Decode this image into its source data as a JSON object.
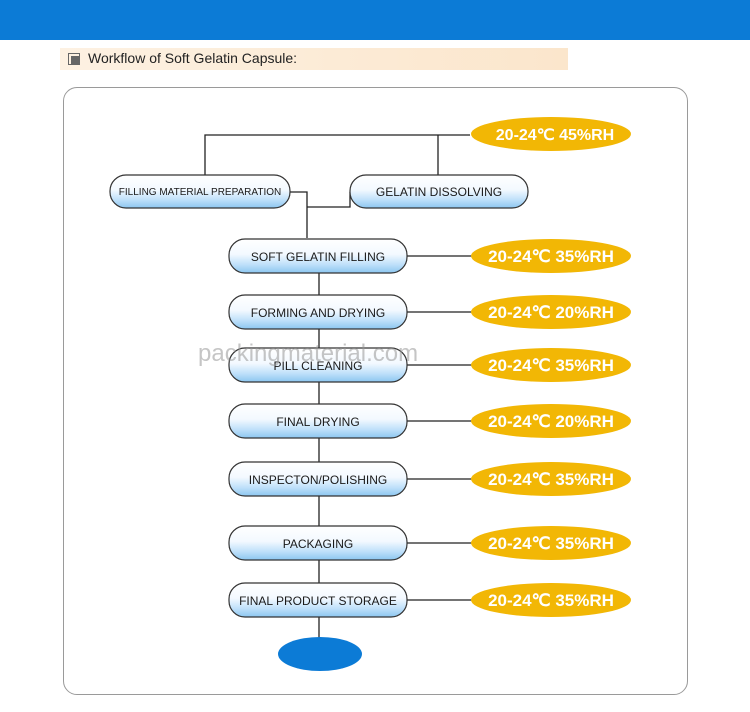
{
  "header": {
    "title": "Workflow of Soft Gelatin Capsule:",
    "accent_color": "#0c7bd6",
    "heading_icon": "square-bullet-icon"
  },
  "prep_steps": [
    {
      "label": "FILLING MATERIAL PREPARATION"
    },
    {
      "label": "GELATIN DISSOLVING"
    }
  ],
  "steps": [
    {
      "label": "SOFT GELATIN FILLING",
      "condition": "20-24℃ 35%RH"
    },
    {
      "label": "FORMING AND DRYING",
      "condition": "20-24℃ 20%RH"
    },
    {
      "label": "PILL CLEANING",
      "condition": "20-24℃ 35%RH"
    },
    {
      "label": "FINAL DRYING",
      "condition": "20-24℃ 20%RH"
    },
    {
      "label": "INSPECTON/POLISHING",
      "condition": "20-24℃ 35%RH"
    },
    {
      "label": "PACKAGING",
      "condition": "20-24℃ 35%RH"
    },
    {
      "label": "FINAL PRODUCT STORAGE",
      "condition": "20-24℃ 35%RH"
    }
  ],
  "top_condition": "20-24℃ 45%RH",
  "watermark": "packingmaterial.com",
  "colors": {
    "condition_fill": "#f2b705",
    "end_node": "#0c7bd6",
    "line": "#222222"
  }
}
